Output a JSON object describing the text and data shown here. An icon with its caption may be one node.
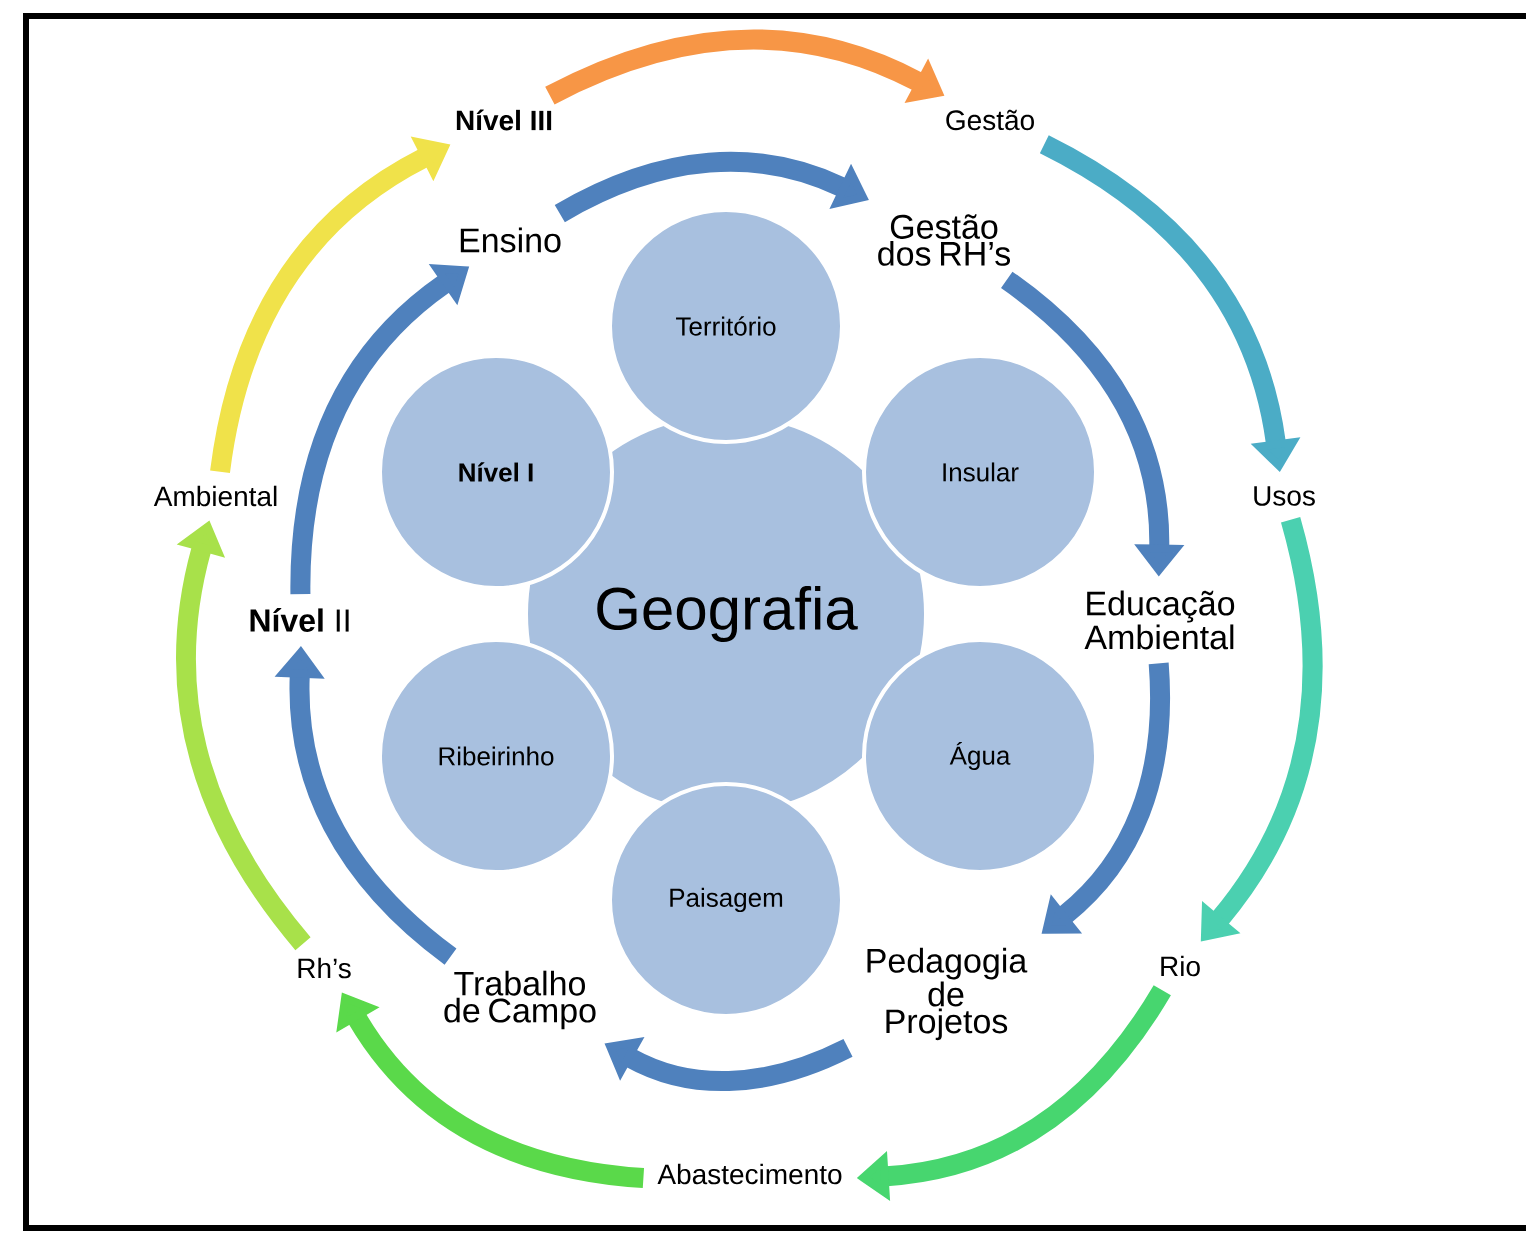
{
  "diagram": {
    "nodes": [
      {
        "text": [
          "Geografia"
        ]
      },
      {
        "text": [
          "Território"
        ]
      },
      {
        "text": [
          "Nível I"
        ]
      },
      {
        "text": [
          "Insular"
        ]
      },
      {
        "text": [
          "Ribeirinho"
        ]
      },
      {
        "text": [
          "Água"
        ]
      },
      {
        "text": [
          "Paisagem"
        ]
      },
      {
        "text": [
          "Ensino"
        ]
      },
      {
        "text": [
          "Gestão dos RH’s"
        ]
      },
      {
        "text": [
          "Educação Ambiental"
        ]
      },
      {
        "text": [
          "Pedagogia de Projetos"
        ]
      },
      {
        "text": [
          "Trabalho de Campo"
        ]
      },
      {
        "text": [
          "**Nível** II"
        ]
      },
      {
        "text": [
          "Nível III"
        ]
      },
      {
        "text": [
          "Gestão"
        ]
      },
      {
        "text": [
          "Usos"
        ]
      },
      {
        "text": [
          "Rio"
        ]
      },
      {
        "text": [
          "Abastecimento"
        ]
      },
      {
        "text": [
          "Rh’s"
        ]
      },
      {
        "text": [
          "Ambiental"
        ]
      }
    ],
    "edges": [
      {
        "from": 7,
        "to": 8,
        "arrow": "to"
      },
      {
        "from": 8,
        "to": 9,
        "arrow": "to"
      },
      {
        "from": 9,
        "to": 10,
        "arrow": "to"
      },
      {
        "from": 10,
        "to": 11,
        "arrow": "to"
      },
      {
        "from": 11,
        "to": 12,
        "arrow": "to"
      },
      {
        "from": 12,
        "to": 7,
        "arrow": "to"
      },
      {
        "from": 13,
        "to": 14,
        "arrow": "to",
        "color": "#f79646"
      },
      {
        "from": 14,
        "to": 15,
        "arrow": "to",
        "color": "#4bacc6"
      },
      {
        "from": 15,
        "to": 16,
        "arrow": "to",
        "color": "#4bd0b0"
      },
      {
        "from": 16,
        "to": 17,
        "arrow": "to",
        "color": "#47d66f"
      },
      {
        "from": 17,
        "to": 18,
        "arrow": "to",
        "color": "#5ad94a"
      },
      {
        "from": 18,
        "to": 19,
        "arrow": "to",
        "color": "#a8e14a"
      },
      {
        "from": 19,
        "to": 13,
        "arrow": "to",
        "color": "#f0e24a"
      }
    ]
  }
}
